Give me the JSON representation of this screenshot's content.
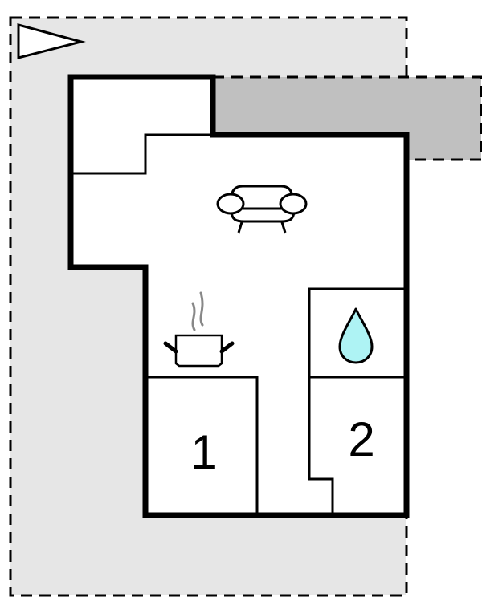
{
  "plan": {
    "type": "floor-plan",
    "colors": {
      "lot_fill": "#e6e6e6",
      "terrace_fill": "#c0c0c0",
      "wall": "#000000",
      "room_fill": "#ffffff",
      "water_drop_fill": "#aef3f4",
      "steam": "#888888"
    },
    "north_arrow": {
      "icon": "triangle-pointer-icon",
      "direction": "right"
    },
    "zones": [
      {
        "id": "lot",
        "label": "",
        "style": "dashed-outline light gray"
      },
      {
        "id": "terrace",
        "label": "",
        "style": "dashed-outline dark gray"
      }
    ],
    "rooms": [
      {
        "id": "living-room",
        "icon": "armchair-icon"
      },
      {
        "id": "kitchen",
        "icon": "cooking-pot-icon"
      },
      {
        "id": "bathroom",
        "icon": "water-drop-icon"
      },
      {
        "id": "bedroom-1",
        "label": "1"
      },
      {
        "id": "bedroom-2",
        "label": "2"
      }
    ]
  }
}
